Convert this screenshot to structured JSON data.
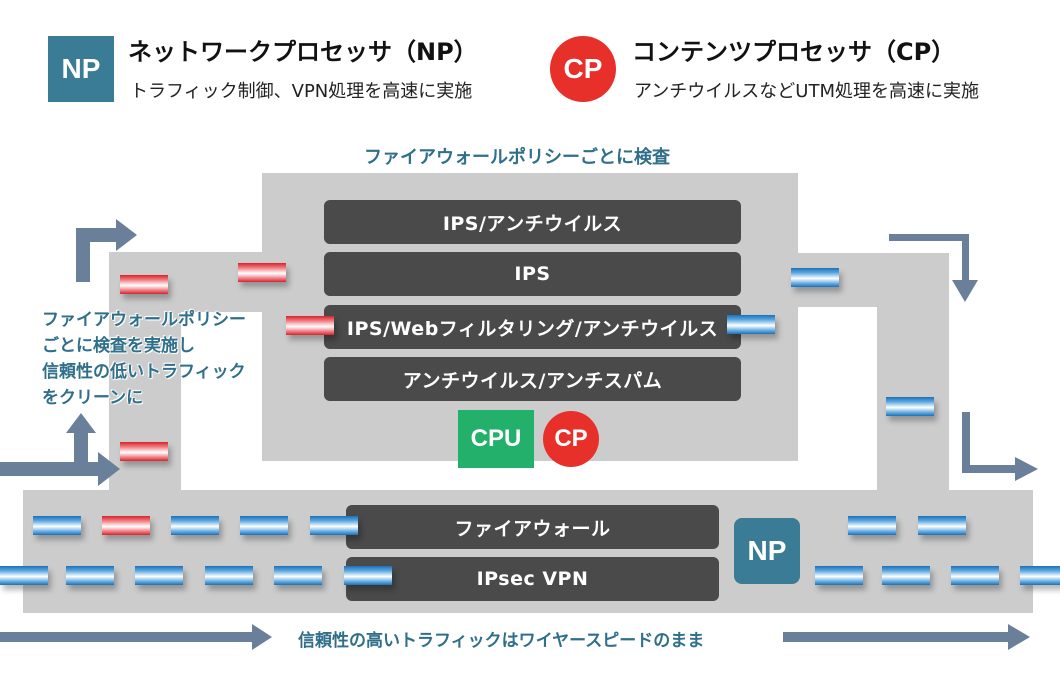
{
  "legend": {
    "np": {
      "badge": "NP",
      "title": "ネットワークプロセッサ（NP）",
      "description": "トラフィック制御、VPN処理を高速に実施",
      "color": "#3a7b95"
    },
    "cp": {
      "badge": "CP",
      "title": "コンテンツプロセッサ（CP）",
      "description": "アンチウイルスなどUTM処理を高速に実施",
      "color": "#e8302a"
    }
  },
  "upper_section": {
    "title": "ファイアウォールポリシーごとに検査",
    "bars": [
      {
        "label": "IPS/アンチウイルス"
      },
      {
        "label": "IPS"
      },
      {
        "label": "IPS/Webフィルタリング/アンチウイルス"
      },
      {
        "label": "アンチウイルス/アンチスパム"
      }
    ],
    "processors": {
      "cpu": "CPU",
      "cp": "CP"
    },
    "cpu_color": "#22b06a"
  },
  "side_note": {
    "lines": [
      "ファイアウォールポリシー",
      "ごとに検査を実施し",
      "信頼性の低いトラフィック",
      "をクリーンに"
    ]
  },
  "lower_section": {
    "bars": [
      {
        "label": "ファイアウォール"
      },
      {
        "label": "IPsec VPN"
      }
    ],
    "processor": "NP"
  },
  "footer": {
    "caption": "信頼性の高いトラフィックはワイヤースピードのまま"
  },
  "colors": {
    "trusted_packet": "#1e6fb8",
    "untrusted_packet": "#d8232a",
    "arrow": "#6a7f9a",
    "panel": "#cccccc",
    "bar": "#4a4a4a",
    "label_teal": "#2f6f8a"
  }
}
